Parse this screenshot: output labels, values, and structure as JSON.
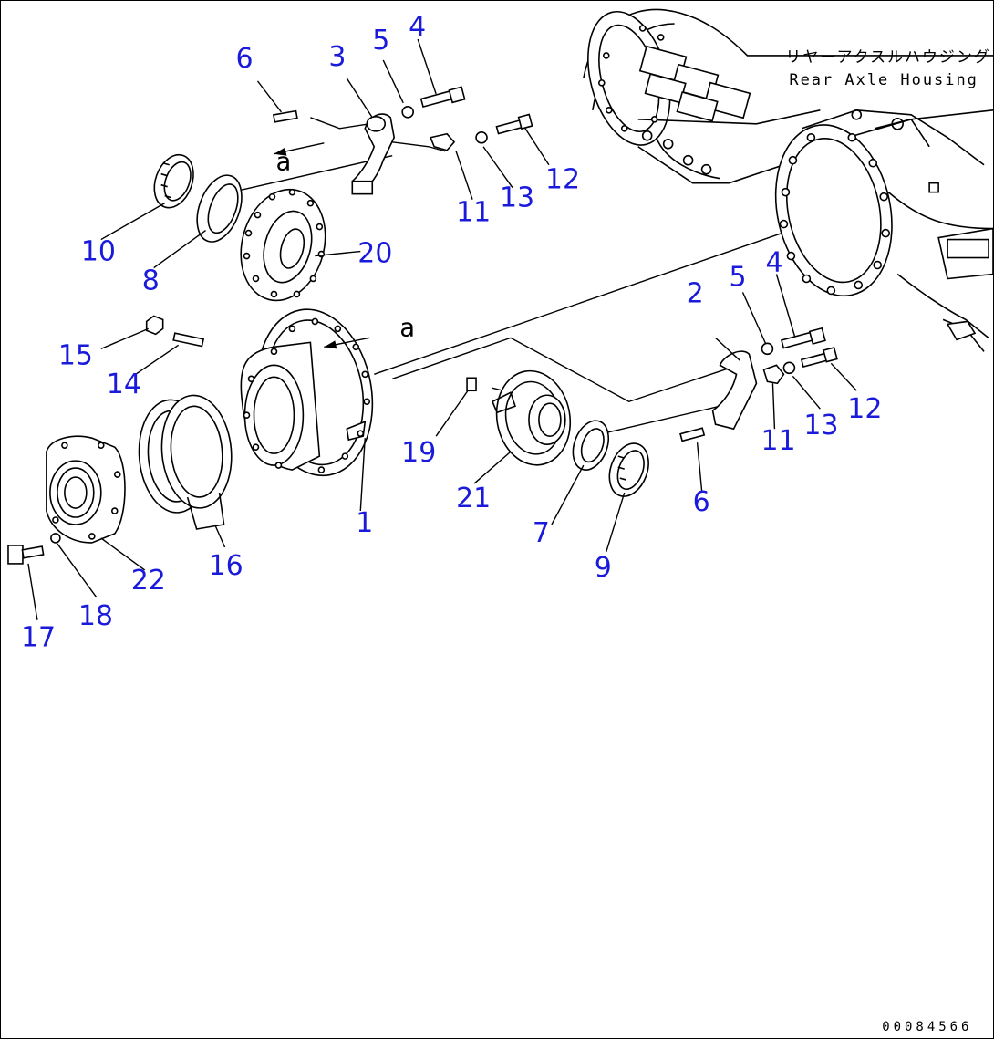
{
  "callouts": [
    "1",
    "2",
    "3",
    "4",
    "4",
    "5",
    "5",
    "6",
    "6",
    "7",
    "8",
    "9",
    "10",
    "11",
    "11",
    "12",
    "12",
    "13",
    "13",
    "14",
    "15",
    "16",
    "17",
    "18",
    "19",
    "20",
    "21",
    "22"
  ],
  "reference_mark": "a",
  "housing_label": {
    "japanese": "リヤーアクスルハウジング",
    "english": "Rear Axle Housing"
  },
  "drawing_code": "00084566"
}
